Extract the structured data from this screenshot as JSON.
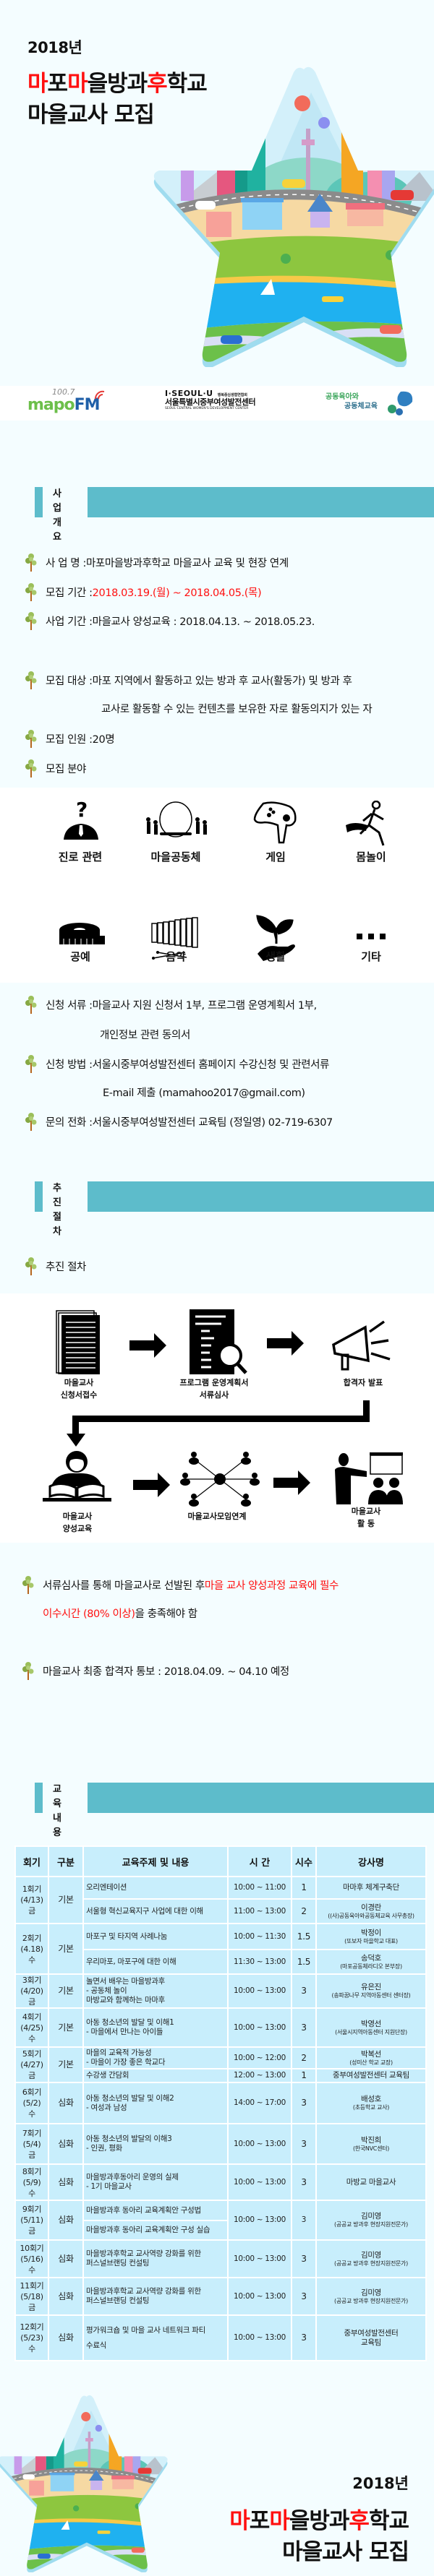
{
  "header": {
    "year": "2018년",
    "title_line1": [
      {
        "text": "마",
        "red": true
      },
      {
        "text": "포",
        "red": false
      },
      {
        "text": "마",
        "red": true
      },
      {
        "text": "을방과",
        "red": false
      },
      {
        "text": "후",
        "red": true
      },
      {
        "text": "학교",
        "red": false
      }
    ],
    "title_line2": "마을교사 모집"
  },
  "logos": {
    "mapo_fm": {
      "freq": "100.7",
      "name_a": "mapo",
      "name_b": "FM"
    },
    "seoul": {
      "brand": "I·SEOUL·U",
      "partner": "행복중심생협연합회",
      "name": "서울특별시중부여성발전센터",
      "english": "SEOUL CENTRAL WOMEN'S DEVELOPMENT CENTER"
    },
    "gongdong": {
      "line1": "공동육아와",
      "line2": "공동체교육"
    }
  },
  "overview": {
    "heading_line1": "사 업",
    "heading_line2": "개 요",
    "items": [
      {
        "label": "사  업  명 : ",
        "value": "마포마을방과후학교 마을교사 교육 및 현장 연계"
      },
      {
        "label": "모집 기간 : ",
        "value": "2018.03.19.(월) ~ 2018.04.05.(목)"
      },
      {
        "label": "사업 기간 : ",
        "value": "마을교사 양성교육 : 2018.04.13. ~ 2018.05.23."
      },
      {
        "label": "모집 대상 : ",
        "value": "마포 지역에서 활동하고 있는 방과 후 교사(활동가) 및 방과 후",
        "continuation": "교사로 활동할 수 있는 컨텐츠를 보유한 자로 활동의지가 있는 자"
      },
      {
        "label": "모집 인원 : ",
        "value": "20명"
      },
      {
        "label": "모집 분야",
        "value": ""
      }
    ],
    "fields": [
      "진로 관련",
      "마을공동체",
      "게임",
      "몸놀이",
      "공예",
      "음악",
      "생활",
      "기타"
    ],
    "apply": [
      {
        "label": "신청 서류 : ",
        "value": "마을교사 지원 신청서 1부, 프로그램 운영계획서 1부,",
        "continuation": "개인정보 관련 동의서"
      },
      {
        "label": "신청 방법 : ",
        "value": "서울시중부여성발전센터 홈페이지 수강신청 및 관련서류",
        "continuation": "E-mail 제출 (mamahoo2017@gmail.com)"
      },
      {
        "label": "문의 전화 : ",
        "value": "서울시중부여성발전센터 교육팀 (정일영)  02-719-6307"
      }
    ]
  },
  "process": {
    "heading_line1": "추 진",
    "heading_line2": "절 차",
    "item": "추진 절차",
    "steps": [
      {
        "line1": "마을교사",
        "line2": "신청서접수"
      },
      {
        "line1": "프로그램 운영계획서",
        "line2": "서류심사"
      },
      {
        "line1": "합격자 발표",
        "line2": ""
      },
      {
        "line1": "마을교사",
        "line2": "양성교육"
      },
      {
        "line1": "마을교사모임연계",
        "line2": ""
      },
      {
        "line1": "마을교사",
        "line2": "활 동"
      }
    ],
    "note1_a": "서류심사를 통해 마을교사로 선발된 후 ",
    "note1_b": "마을 교사 양성과정 교육에 필수",
    "note1_c": "이수시간 (80% 이상)",
    "note1_d": "을 충족해야 함",
    "note2": "마을교사 최종 합격자 통보 : 2018.04.09. ~ 04.10 예정"
  },
  "education": {
    "heading_line1": "교 육",
    "heading_line2": "내 용",
    "columns": [
      "회기",
      "구분",
      "교육주제 및 내용",
      "시  간",
      "시수",
      "강사명"
    ],
    "sessions": [
      {
        "no": "1회기",
        "date": "(4/13)",
        "day": "금",
        "type": "기본",
        "rows": [
          {
            "topic": [
              "오리엔테이션"
            ],
            "time": "10:00 ~ 11:00",
            "hours": "1",
            "instructor": "마마후 체계구축단",
            "affiliation": ""
          },
          {
            "topic": [
              "서울형 혁신교육지구 사업에 대한 이해"
            ],
            "time": "11:00 ~ 13:00",
            "hours": "2",
            "instructor": "이경란",
            "affiliation": "((사)공동육아와공동체교육 사무총장)"
          }
        ]
      },
      {
        "no": "2회기",
        "date": "(4.18)",
        "day": "수",
        "type": "기본",
        "rows": [
          {
            "topic": [
              "마포구 및 타지역 사례나눔"
            ],
            "time": "10:00 ~ 11:30",
            "hours": "1.5",
            "instructor": "박정이",
            "affiliation": "(또보자 마을학교 대표)"
          },
          {
            "topic": [
              "우리마포, 마포구에 대한 이해"
            ],
            "time": "11:30 ~ 13:00",
            "hours": "1.5",
            "instructor": "송덕호",
            "affiliation": "(마포공동체라디오 본부장)"
          }
        ]
      },
      {
        "no": "3회기",
        "date": "(4/20)",
        "day": "금",
        "type": "기본",
        "rows": [
          {
            "topic": [
              "놀면서 배우는 마을방과후",
              " - 공동체 놀이",
              "마방교와 함께하는 마마후"
            ],
            "time": "10:00 ~ 13:00",
            "hours": "3",
            "instructor": "유은진",
            "affiliation": "(송파꿈나무 지역아동센터 센터장)"
          }
        ]
      },
      {
        "no": "4회기",
        "date": "(4/25)",
        "day": "수",
        "type": "기본",
        "rows": [
          {
            "topic": [
              "아동 청소년의 발달 및 이해1",
              "- 마을에서 만나는 아이들"
            ],
            "time": "10:00 ~ 13:00",
            "hours": "3",
            "instructor": "박영선",
            "affiliation": "(서울시지역아동센터 지원단장)"
          }
        ]
      },
      {
        "no": "5회기",
        "date": "(4/27)",
        "day": "금",
        "type": "기본",
        "rows": [
          {
            "topic": [
              "마을의 교육적 가능성",
              " - 마을이 가장 좋은 학교다"
            ],
            "time": "10:00 ~ 12:00",
            "hours": "2",
            "instructor": "박복선",
            "affiliation": "(성미산 학교 교장)"
          },
          {
            "topic": [
              "수강생 간담회"
            ],
            "time": "12:00 ~ 13:00",
            "hours": "1",
            "instructor": "중부여성발전센터 교육팀",
            "affiliation": ""
          }
        ]
      },
      {
        "no": "6회기",
        "date": "(5/2)",
        "day": "수",
        "type": "심화",
        "rows": [
          {
            "topic": [
              "아동 청소년의 발달 및 이해2",
              " - 여성과 남성"
            ],
            "time": "14:00 ~ 17:00",
            "hours": "3",
            "instructor": "배성호",
            "affiliation": "(초등학교 교사)"
          }
        ]
      },
      {
        "no": "7회기",
        "date": "(5/4)",
        "day": "금",
        "type": "심화",
        "rows": [
          {
            "topic": [
              "아동 청소년의 발달의 이해3",
              " - 인권, 평화"
            ],
            "time": "10:00 ~ 13:00",
            "hours": "3",
            "instructor": "박진희",
            "affiliation": "(한국NVC센터)"
          }
        ]
      },
      {
        "no": "8회기",
        "date": "(5/9)",
        "day": "수",
        "type": "심화",
        "rows": [
          {
            "topic": [
              "마을방과후동아리 운영의 실제",
              " - 1기 마을교사"
            ],
            "time": "10:00 ~ 13:00",
            "hours": "3",
            "instructor": "마방교 마을교사",
            "affiliation": ""
          }
        ]
      },
      {
        "no": "9회기",
        "date": "(5/11)",
        "day": "금",
        "type": "심화",
        "shared": {
          "time": "10:00 ~ 13:00",
          "hours": "3",
          "instructor": "김미영",
          "affiliation": "(공공교 방과후 현장지원전문가)"
        },
        "rows": [
          {
            "topic": [
              "마을방과후 동아리 교육계획안 구성법"
            ]
          },
          {
            "topic": [
              "마을방과후 동아리 교육계획안 구성 실습"
            ]
          }
        ]
      },
      {
        "no": "10회기",
        "date": "(5/16)",
        "day": "수",
        "type": "심화",
        "rows": [
          {
            "topic": [
              "마을방과후학교 교사역량 강화를 위한",
              "퍼스널브랜딩 컨설팅"
            ],
            "time": "10:00 ~ 13:00",
            "hours": "3",
            "instructor": "김미영",
            "affiliation": "(공공교 방과후 현장지원전문가)"
          }
        ]
      },
      {
        "no": "11회기",
        "date": "(5/18)",
        "day": "금",
        "type": "심화",
        "rows": [
          {
            "topic": [
              "마을방과후학교 교사역량 강화를 위한",
              "퍼스널브랜딩 컨설팅"
            ],
            "time": "10:00 ~ 13:00",
            "hours": "3",
            "instructor": "김미영",
            "affiliation": "(공공교 방과후 현장지원전문가)"
          }
        ]
      },
      {
        "no": "12회기",
        "date": "(5/23)",
        "day": "수",
        "type": "심화",
        "rows": [
          {
            "topic": [
              "평가워크숍 및 마을 교사 네트워크 파티",
              "",
              "수료식"
            ],
            "time": "10:00 ~ 13:00",
            "hours": "3",
            "instructor": "중부여성발전센터",
            "instructor2": "교육팀",
            "affiliation": ""
          }
        ]
      }
    ]
  },
  "footer": {
    "year": "2018년",
    "title_line2": "마을교사 모집"
  },
  "colors": {
    "accent": "#5dbccb",
    "highlight": "#ff1010",
    "table_cell": "#c8eefc",
    "background": "#f4fdff"
  }
}
